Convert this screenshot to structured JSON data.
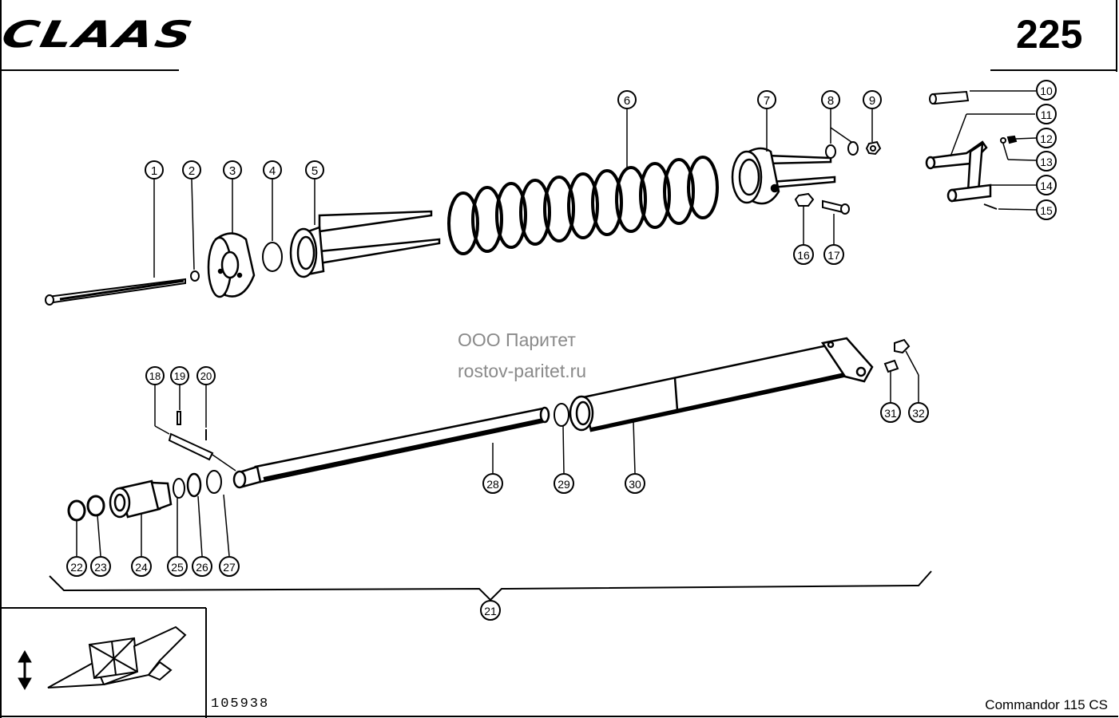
{
  "header": {
    "brand": "CLAAS",
    "page_number": "225"
  },
  "watermark": {
    "line1": "ООО Паритет",
    "line2": "rostov-paritet.ru"
  },
  "footer": {
    "drawing_number": "105938",
    "model": "Commandor 115 CS"
  },
  "callouts": [
    {
      "id": "c1",
      "label": "1"
    },
    {
      "id": "c2",
      "label": "2"
    },
    {
      "id": "c3",
      "label": "3"
    },
    {
      "id": "c4",
      "label": "4"
    },
    {
      "id": "c5",
      "label": "5"
    },
    {
      "id": "c6",
      "label": "6"
    },
    {
      "id": "c7",
      "label": "7"
    },
    {
      "id": "c8",
      "label": "8"
    },
    {
      "id": "c9",
      "label": "9"
    },
    {
      "id": "c10",
      "label": "10"
    },
    {
      "id": "c11",
      "label": "11"
    },
    {
      "id": "c12",
      "label": "12"
    },
    {
      "id": "c13",
      "label": "13"
    },
    {
      "id": "c14",
      "label": "14"
    },
    {
      "id": "c15",
      "label": "15"
    },
    {
      "id": "c16",
      "label": "16"
    },
    {
      "id": "c17",
      "label": "17"
    },
    {
      "id": "c18",
      "label": "18"
    },
    {
      "id": "c19",
      "label": "19"
    },
    {
      "id": "c20",
      "label": "20"
    },
    {
      "id": "c21",
      "label": "21"
    },
    {
      "id": "c22",
      "label": "22"
    },
    {
      "id": "c23",
      "label": "23"
    },
    {
      "id": "c24",
      "label": "24"
    },
    {
      "id": "c25",
      "label": "25"
    },
    {
      "id": "c26",
      "label": "26"
    },
    {
      "id": "c27",
      "label": "27"
    },
    {
      "id": "c28",
      "label": "28"
    },
    {
      "id": "c29",
      "label": "29"
    },
    {
      "id": "c30",
      "label": "30"
    },
    {
      "id": "c31",
      "label": "31"
    },
    {
      "id": "c32",
      "label": "32"
    }
  ]
}
